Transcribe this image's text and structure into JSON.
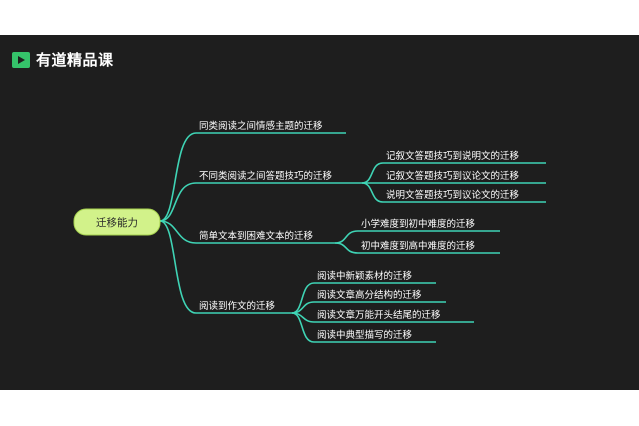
{
  "brand": {
    "name": "有道精品课",
    "accent": "#3fd4b5",
    "logo_color": "#35c26a"
  },
  "mindmap": {
    "root": "迁移能力",
    "branches": [
      {
        "label": "同类阅读之间情感主题的迁移",
        "children": []
      },
      {
        "label": "不同类阅读之间答题技巧的迁移",
        "children": [
          "记叙文答题技巧到说明文的迁移",
          "记叙文答题技巧到议论文的迁移",
          "说明文答题技巧到议论文的迁移"
        ]
      },
      {
        "label": "简单文本到困难文本的迁移",
        "children": [
          "小学难度到初中难度的迁移",
          "初中难度到高中难度的迁移"
        ]
      },
      {
        "label": "阅读到作文的迁移",
        "children": [
          "阅读中新颖素材的迁移",
          "阅读文章高分结构的迁移",
          "阅读文章万能开头结尾的迁移",
          "阅读中典型描写的迁移"
        ]
      }
    ]
  }
}
